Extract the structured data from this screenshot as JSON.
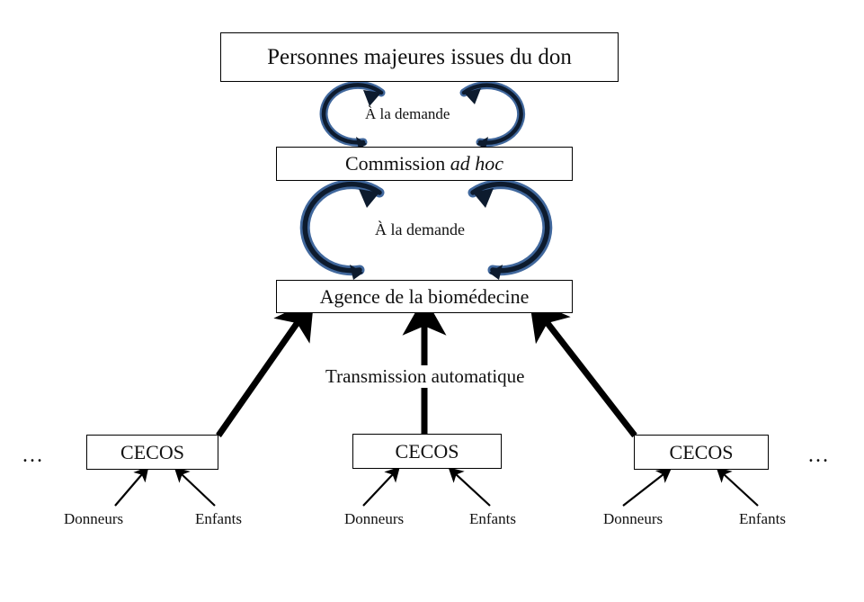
{
  "diagram": {
    "title_text": "Personnes majeures issues du don",
    "nodes": {
      "personnes": {
        "label": "Personnes majeures issues du don"
      },
      "commission": {
        "label_main": "Commission ",
        "label_italic": "ad hoc"
      },
      "agence": {
        "label": "Agence de la biomédecine"
      },
      "cecos_left": {
        "label": "CECOS"
      },
      "cecos_middle": {
        "label": "CECOS"
      },
      "cecos_right": {
        "label": "CECOS"
      }
    },
    "loops": [
      {
        "name": "loop-personnes-commission",
        "label": "À la demande"
      },
      {
        "name": "loop-commission-agence",
        "label": "À la demande"
      }
    ],
    "edge_labels": {
      "transmission": "Transmission automatique"
    },
    "ellipsis": {
      "left": "…",
      "right": "…"
    },
    "source_labels": {
      "donneurs_left": "Donneurs",
      "enfants_left": "Enfants",
      "donneurs_middle": "Donneurs",
      "enfants_middle": "Enfants",
      "donneurs_right": "Donneurs",
      "enfants_right": "Enfants"
    },
    "colors": {
      "background": "#ffffff",
      "box_border": "#000000",
      "text": "#111111",
      "loop_arrow_blue": "#41689d",
      "loop_arrow_dark": "#0d1b2e",
      "thick_arrow": "#000000",
      "thin_arrow": "#000000"
    }
  }
}
